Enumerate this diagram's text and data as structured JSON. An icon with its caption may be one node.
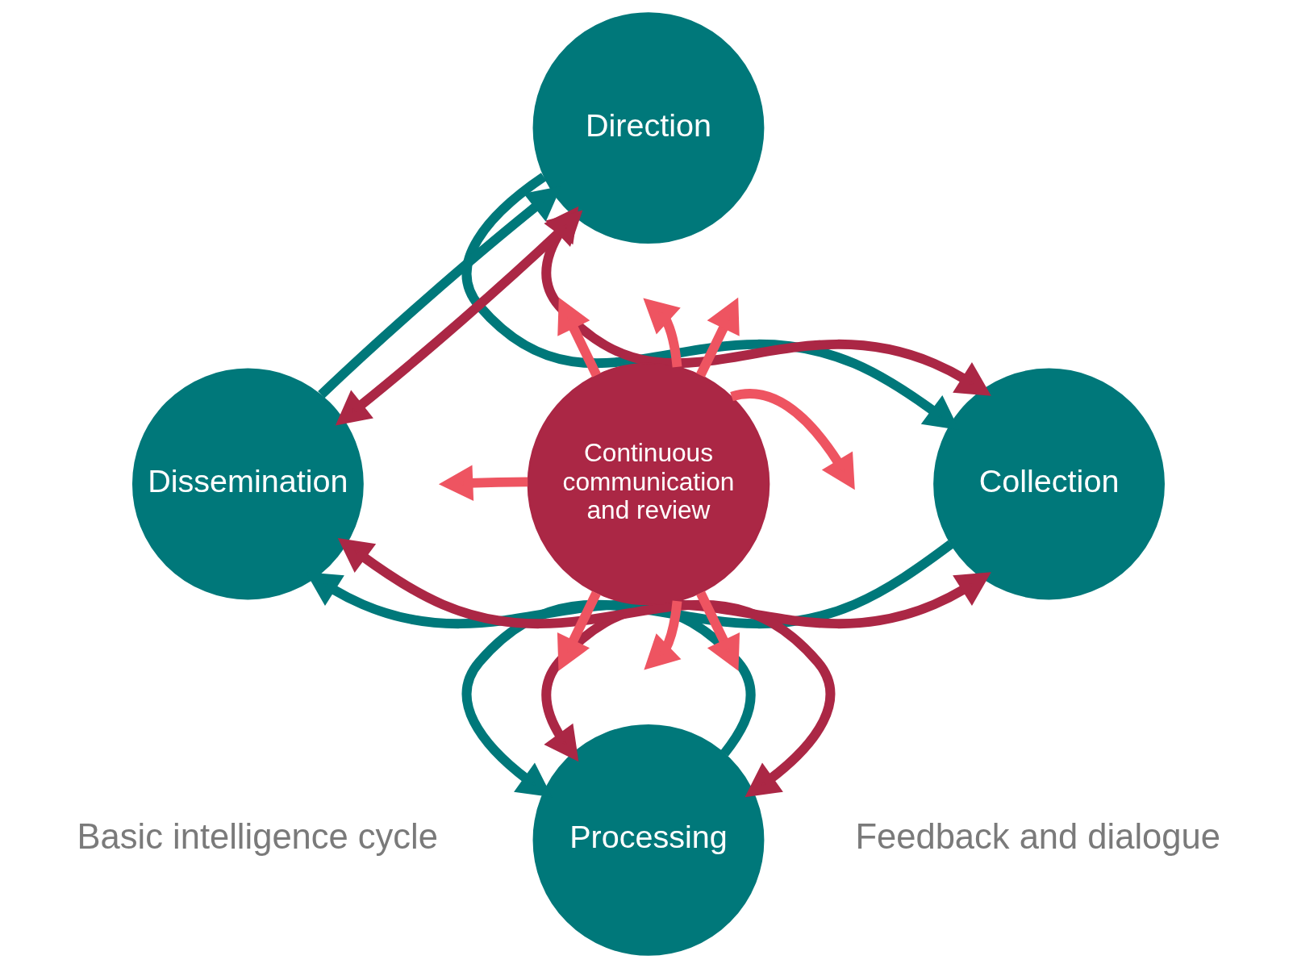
{
  "diagram": {
    "nodes": [
      {
        "text": [
          "Direction"
        ]
      },
      {
        "text": [
          "Collection"
        ]
      },
      {
        "text": [
          "Processing"
        ]
      },
      {
        "text": [
          "Dissemination"
        ]
      },
      {
        "text": [
          "Continuous communication and review"
        ]
      }
    ],
    "edges": [
      {
        "from": 0,
        "to": 1,
        "arrow": "to",
        "color": "#00787a"
      },
      {
        "from": 1,
        "to": 2,
        "arrow": "to",
        "color": "#00787a"
      },
      {
        "from": 2,
        "to": 3,
        "arrow": "to",
        "color": "#00787a"
      },
      {
        "from": 3,
        "to": 0,
        "arrow": "to",
        "color": "#00787a"
      },
      {
        "from": 0,
        "to": 1,
        "arrow": "both",
        "color": "#ab2745"
      },
      {
        "from": 1,
        "to": 2,
        "arrow": "both",
        "color": "#ab2745"
      },
      {
        "from": 2,
        "to": 3,
        "arrow": "both",
        "color": "#ab2745"
      },
      {
        "from": 3,
        "to": 0,
        "arrow": "both",
        "color": "#ab2745"
      },
      {
        "from": 4,
        "to": null,
        "arrow": "to",
        "color": "#ee5461"
      },
      {
        "from": 4,
        "to": null,
        "arrow": "to",
        "color": "#ee5461"
      },
      {
        "from": 4,
        "to": null,
        "arrow": "to",
        "color": "#ee5461"
      },
      {
        "from": 4,
        "to": null,
        "arrow": "to",
        "color": "#ee5461"
      },
      {
        "from": 4,
        "to": null,
        "arrow": "to",
        "color": "#ee5461"
      },
      {
        "from": 4,
        "to": null,
        "arrow": "to",
        "color": "#ee5461"
      },
      {
        "from": 4,
        "to": null,
        "arrow": "to",
        "color": "#ee5461"
      },
      {
        "from": 4,
        "to": null,
        "arrow": "to",
        "color": "#ee5461"
      }
    ],
    "legend": [
      {
        "text": "Basic intelligence cycle"
      },
      {
        "text": "Feedback and dialogue"
      }
    ]
  }
}
